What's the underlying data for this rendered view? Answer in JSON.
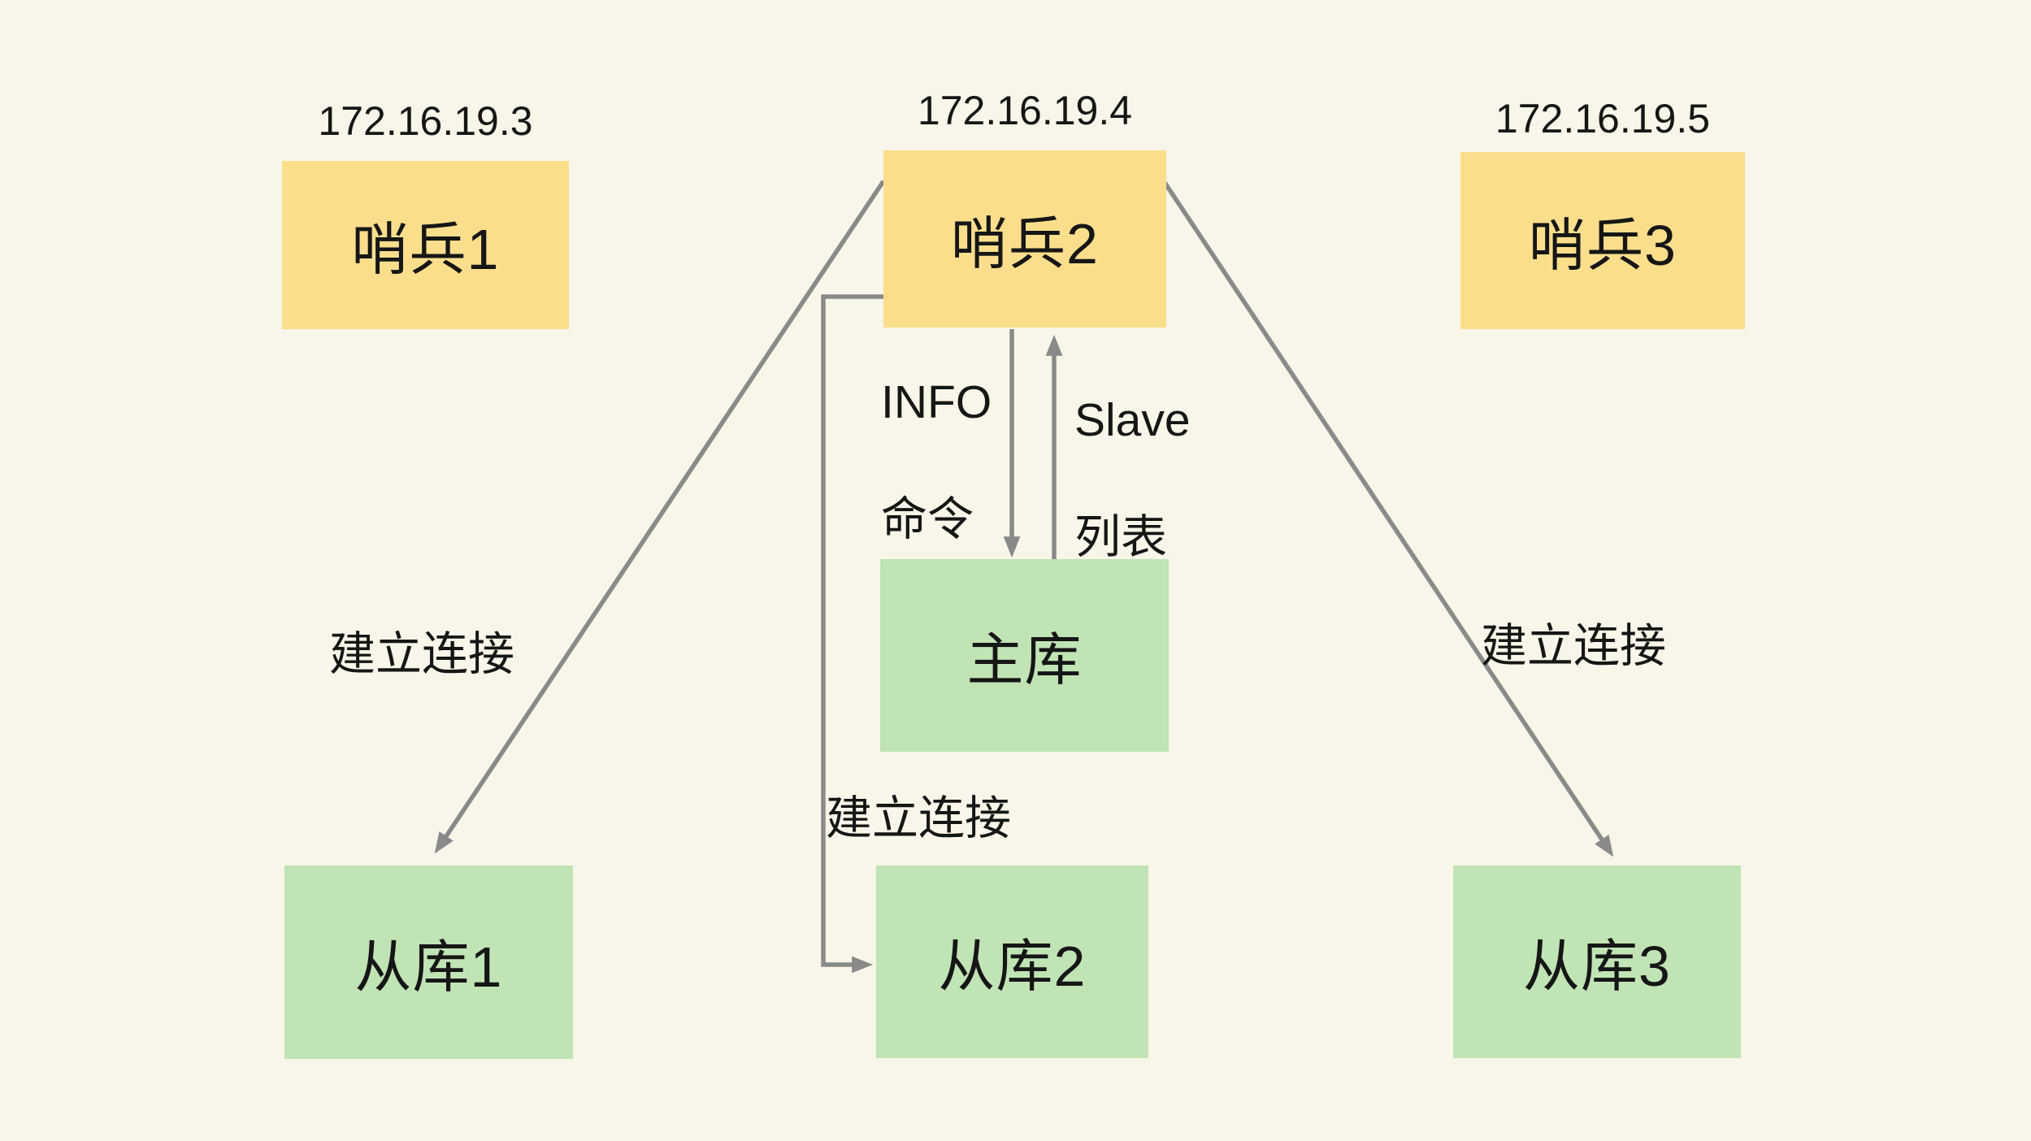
{
  "colors": {
    "background": "#F8F6E8",
    "sentinel-fill": "#FADE8C",
    "db-fill": "#C0E4B4",
    "arrow": "#8A8A8A",
    "text": "#161616"
  },
  "nodes": {
    "sentinel1": {
      "label": "哨兵1",
      "ip": "172.16.19.3"
    },
    "sentinel2": {
      "label": "哨兵2",
      "ip": "172.16.19.4"
    },
    "sentinel3": {
      "label": "哨兵3",
      "ip": "172.16.19.5"
    },
    "master": {
      "label": "主库"
    },
    "slave1": {
      "label": "从库1"
    },
    "slave2": {
      "label": "从库2"
    },
    "slave3": {
      "label": "从库3"
    }
  },
  "edge_labels": {
    "info_command": {
      "line1": "INFO",
      "line2": "命令"
    },
    "slave_list": {
      "line1": "Slave",
      "line2": "列表"
    },
    "connect_left": "建立连接",
    "connect_middle": "建立连接",
    "connect_right": "建立连接"
  }
}
